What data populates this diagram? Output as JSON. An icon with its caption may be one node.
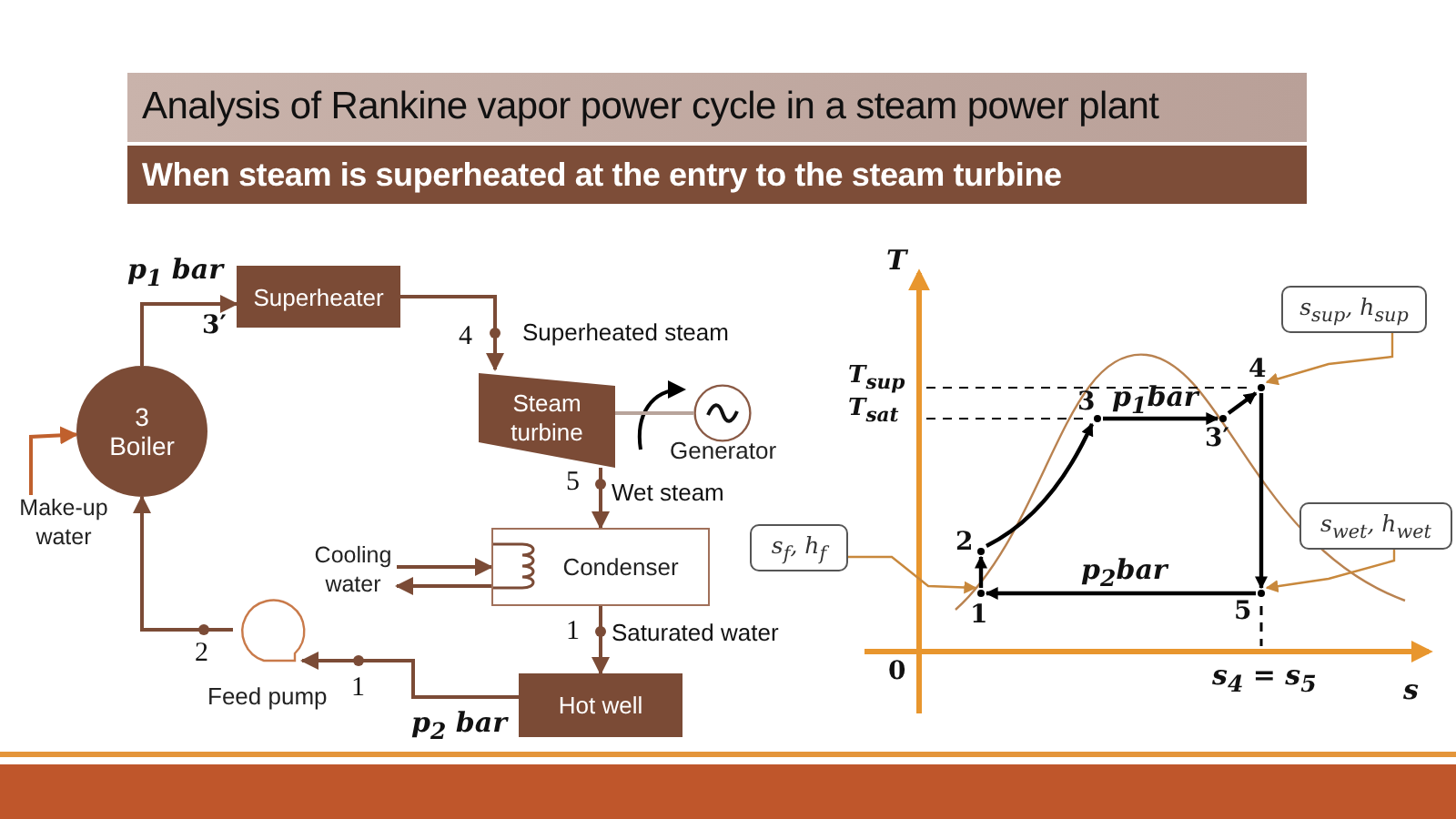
{
  "diagram": {
    "title": "Analysis of Rankine vapor power cycle in a steam power plant",
    "nodes": [
      {
        "text": [
          "Superheater"
        ]
      },
      {
        "text": [
          "3",
          "Boiler"
        ]
      },
      {
        "text": [
          "Steam turbine"
        ]
      },
      {
        "text": [],
        "shape": "circle",
        "beside": [
          "Generator"
        ]
      },
      {
        "text": [
          "Condenser"
        ]
      },
      {
        "text": [
          "Hot well"
        ]
      },
      {
        "text": [],
        "shape": "pump",
        "beside": [
          "Feed pump"
        ]
      },
      {
        "text": [
          "Make-up water"
        ]
      },
      {
        "text": [
          "Cooling water"
        ]
      },
      {
        "text": [
          "s$_{f}$, h$_{f}$"
        ]
      },
      {
        "text": [
          "s$_{sup}$, h$_{sup}$"
        ]
      },
      {
        "text": [
          "s$_{wet}$, h$_{wet}$"
        ]
      },
      {
        "text": [],
        "shape": "circle"
      },
      {
        "text": [],
        "shape": "circle"
      },
      {
        "text": [],
        "shape": "circle"
      },
      {
        "text": [],
        "shape": "circle"
      },
      {
        "text": [],
        "shape": "circle"
      },
      {
        "text": [],
        "shape": "circle"
      }
    ],
    "edges": [
      {
        "from": 1,
        "to": 0,
        "arrow": "to"
      },
      {
        "from": 0,
        "to": 2,
        "arrow": "to"
      },
      {
        "from": 2,
        "to": 3,
        "arrow": "none",
        "color": "#b8a49b"
      },
      {
        "from": 2,
        "to": 4,
        "arrow": "to"
      },
      {
        "from": 4,
        "to": 5,
        "arrow": "to"
      },
      {
        "from": 5,
        "to": 6,
        "arrow": "to"
      },
      {
        "from": 6,
        "to": 1,
        "arrow": "to"
      },
      {
        "from": 7,
        "to": 1,
        "arrow": "to",
        "color": "#c0602d"
      },
      {
        "from": 8,
        "to": 4,
        "arrow": "to"
      },
      {
        "from": 4,
        "to": 8,
        "arrow": "to"
      },
      {
        "from": 9,
        "to": 12,
        "arrow": "to",
        "color": "#c8883c"
      },
      {
        "from": 10,
        "to": 13,
        "arrow": "to",
        "color": "#c8883c"
      },
      {
        "from": 11,
        "to": 14,
        "arrow": "to",
        "color": "#c8883c"
      },
      {
        "from": 12,
        "to": 15,
        "arrow": "to",
        "color": "#000000"
      },
      {
        "from": 15,
        "to": 16,
        "arrow": "to",
        "color": "#000000"
      },
      {
        "from": 16,
        "to": 17,
        "arrow": "to",
        "color": "#000000"
      },
      {
        "from": 17,
        "to": 13,
        "arrow": "to",
        "color": "#000000"
      },
      {
        "from": 13,
        "to": 14,
        "arrow": "to",
        "color": "#000000"
      },
      {
        "from": 14,
        "to": 12,
        "arrow": "to",
        "color": "#000000"
      }
    ],
    "labels": [
      "When steam is superheated at the entry to the steam turbine",
      "p$_{1}$ bar",
      "3′",
      "4",
      "Superheated steam",
      "5",
      "Wet steam",
      "1",
      "Saturated water",
      "2",
      "1",
      "p$_{2}$ bar",
      "T",
      "T$_{sup}$",
      "T$_{sat}$",
      "4",
      "3",
      "p$_{1}$bar",
      "3′",
      "2",
      "p$_{2}$bar",
      "1",
      "5",
      "0",
      "s$_{4}$ = s$_{5}$",
      "s"
    ]
  }
}
